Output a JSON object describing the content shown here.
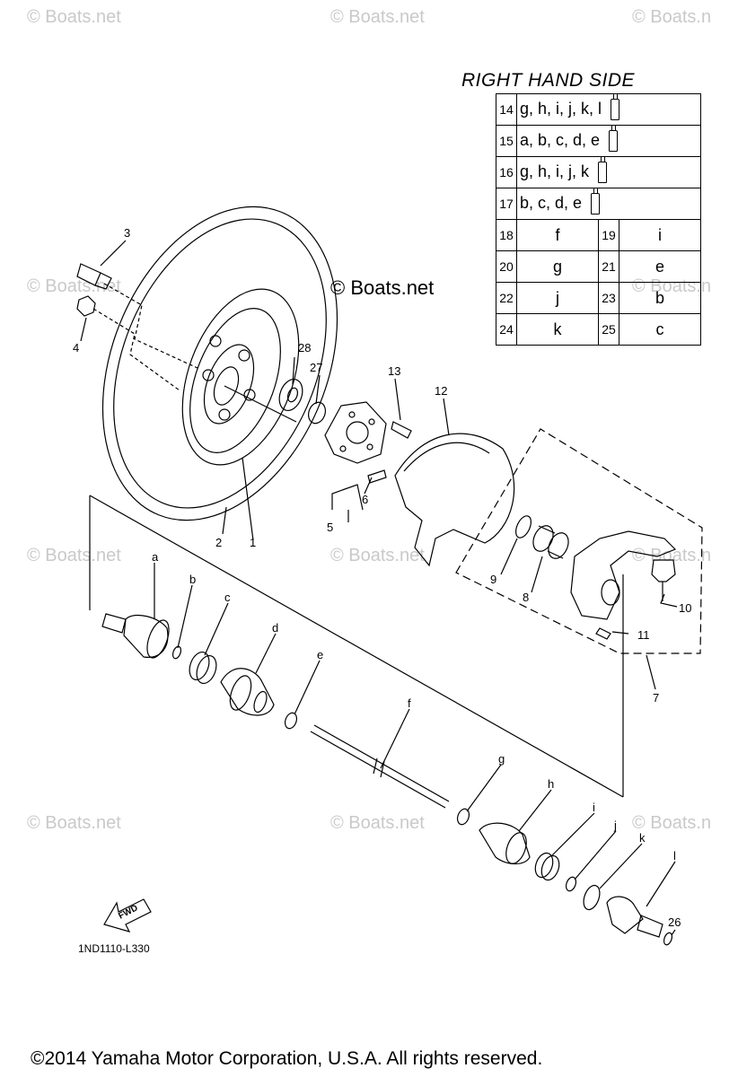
{
  "watermarks": [
    "© Boats.net",
    "© Boats.net",
    "© Boats.n",
    "© Boats.net",
    "© Boats.n",
    "© Boats.net",
    "© Boats.net",
    "© Boats.n",
    "© Boats.net",
    "© Boats.net",
    "© Boats.n"
  ],
  "center_watermark": "© Boats.net",
  "table": {
    "title": "RIGHT HAND SIDE",
    "kits": [
      {
        "num": "14",
        "letters": "g, h, i, j, k, l"
      },
      {
        "num": "15",
        "letters": "a, b, c, d, e"
      },
      {
        "num": "16",
        "letters": "g, h, i, j, k"
      },
      {
        "num": "17",
        "letters": "b, c, d, e"
      }
    ],
    "pairs": [
      {
        "n1": "18",
        "v1": "f",
        "n2": "19",
        "v2": "i"
      },
      {
        "n1": "20",
        "v1": "g",
        "n2": "21",
        "v2": "e"
      },
      {
        "n1": "22",
        "v1": "j",
        "n2": "23",
        "v2": "b"
      },
      {
        "n1": "24",
        "v1": "k",
        "n2": "25",
        "v2": "c"
      }
    ]
  },
  "callouts": {
    "n1": "1",
    "n2": "2",
    "n3": "3",
    "n4": "4",
    "n5": "5",
    "n6": "6",
    "n7": "7",
    "n8": "8",
    "n9": "9",
    "n10": "10",
    "n11": "11",
    "n12": "12",
    "n13": "13",
    "n26": "26",
    "n27": "27",
    "n28": "28"
  },
  "letters": {
    "a": "a",
    "b": "b",
    "c": "c",
    "d": "d",
    "e": "e",
    "f": "f",
    "g": "g",
    "h": "h",
    "i": "i",
    "j": "j",
    "k": "k",
    "l": "l"
  },
  "fwd_label": "FWD",
  "diagram_code": "1ND1110-L330",
  "copyright": "©2014 Yamaha Motor Corporation, U.S.A. All rights reserved."
}
